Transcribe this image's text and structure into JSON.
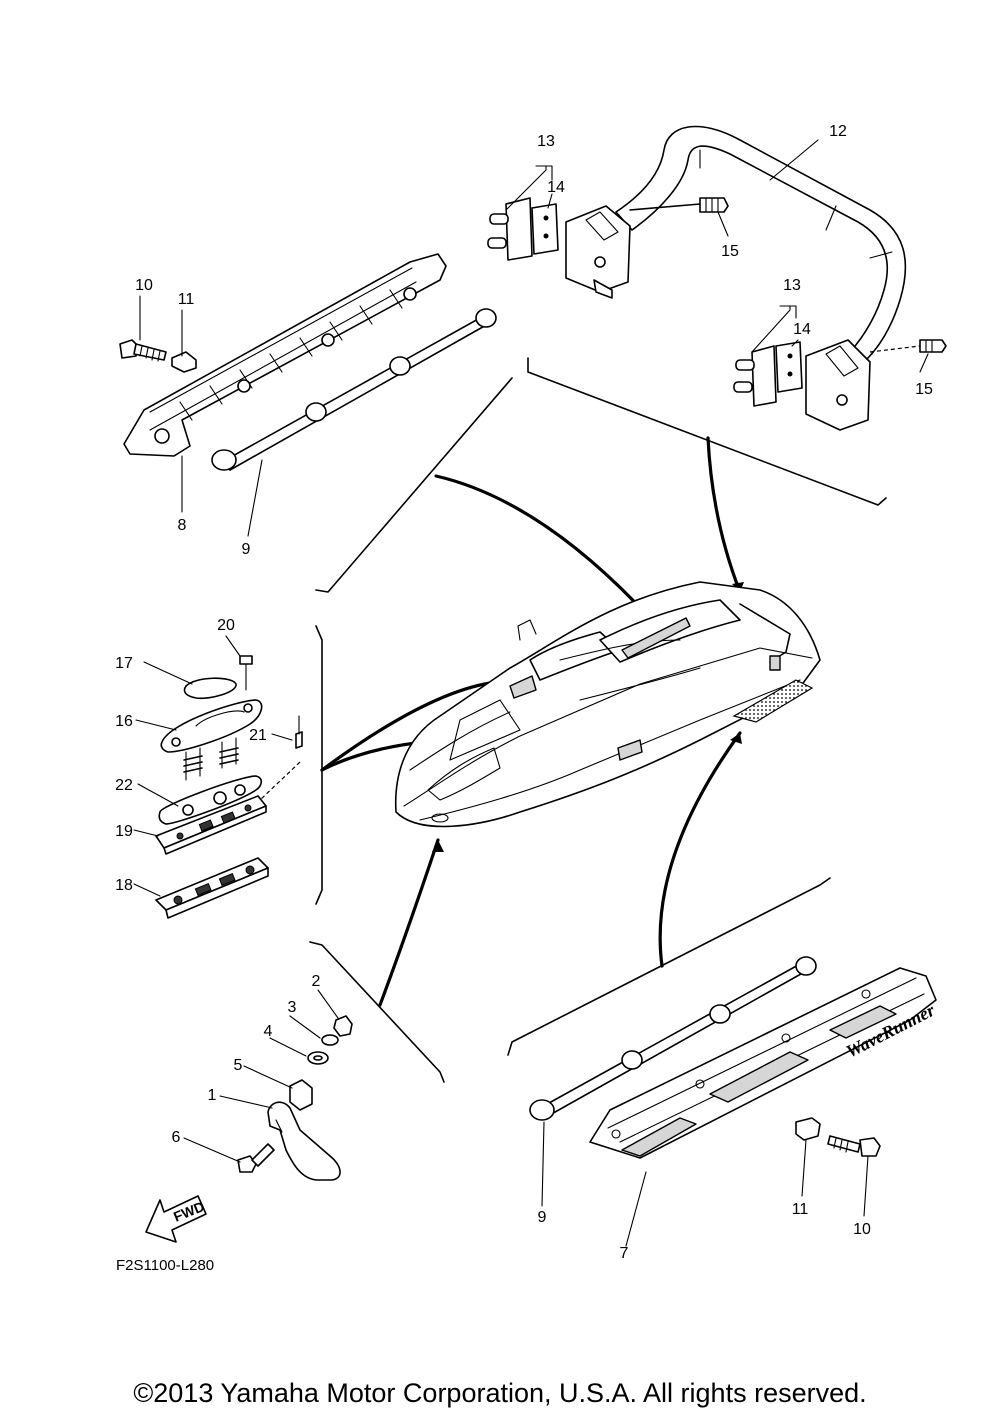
{
  "diagram": {
    "drawing_code": "F2S1100-L280",
    "direction_label": "FWD",
    "brand_decal": "WaveRunner",
    "copyright": "©2013 Yamaha Motor Corporation, U.S.A. All rights reserved."
  },
  "callouts": {
    "c1": "1",
    "c2": "2",
    "c3": "3",
    "c4": "4",
    "c5": "5",
    "c6": "6",
    "c7": "7",
    "c8": "8",
    "c9a": "9",
    "c9b": "9",
    "c10a": "10",
    "c10b": "10",
    "c11a": "11",
    "c11b": "11",
    "c12": "12",
    "c13a": "13",
    "c13b": "13",
    "c14a": "14",
    "c14b": "14",
    "c15a": "15",
    "c15b": "15",
    "c16": "16",
    "c17": "17",
    "c18": "18",
    "c19": "19",
    "c20": "20",
    "c21": "21",
    "c22": "22"
  }
}
